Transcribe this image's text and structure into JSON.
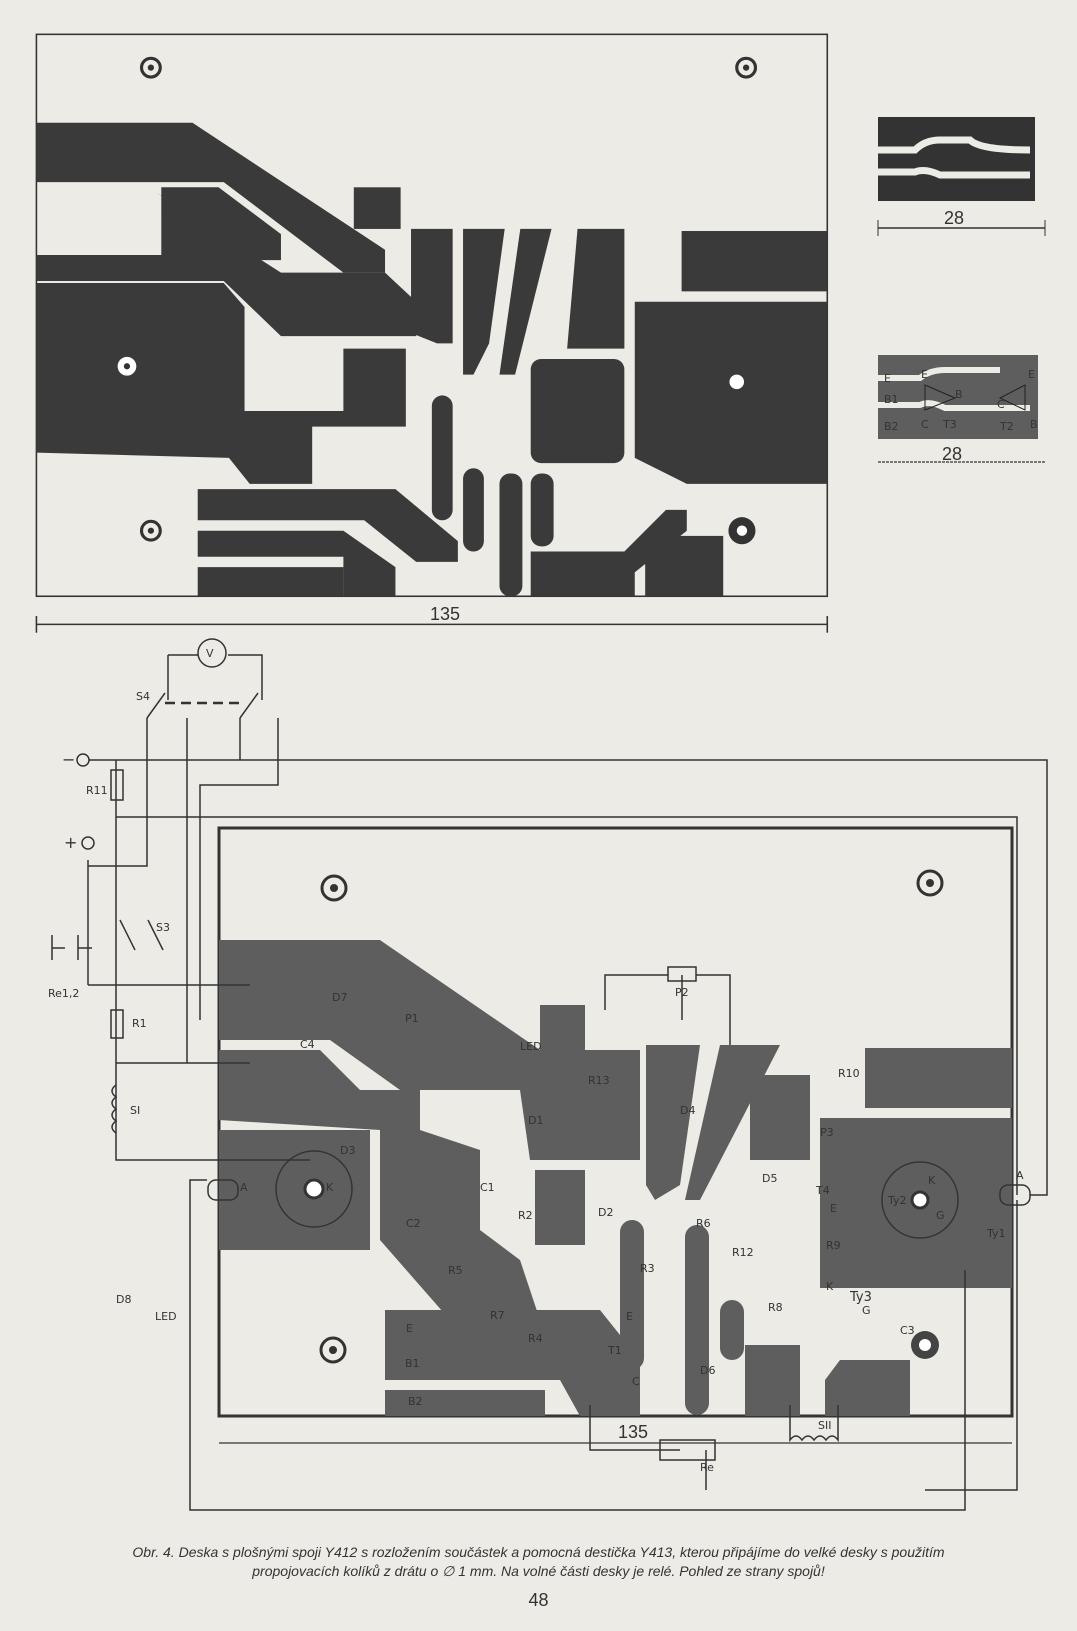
{
  "figure": {
    "main_board_width": "135",
    "aux_board_width_1": "28",
    "aux_board_width_2": "28",
    "layout_board_width": "135",
    "caption_line1": "Obr. 4. Deska s plošnými spoji Y412 s rozložením součástek a pomocná destička Y413, kterou připájíme do velké desky s použitím",
    "caption_line2": "propojovacích kolíků z drátu o ∅ 1 mm. Na volné části desky je relé. Pohled ze strany spojů!",
    "page_number": "48"
  },
  "aux_board_labels": {
    "e1": "E",
    "b1": "B1",
    "b2": "B2",
    "e2": "E",
    "b3": "B",
    "c1": "C",
    "t3": "T3",
    "c2": "C",
    "t2": "T2",
    "e3": "E",
    "b4": "B"
  },
  "components": {
    "minus": "−",
    "plus": "+",
    "voltmeter": "V",
    "s4": "S4",
    "r11": "R11",
    "s3": "S3",
    "re12": "Re1,2",
    "r1": "R1",
    "si": "SI",
    "d7": "D7",
    "c4": "C4",
    "p1": "P1",
    "led": "LED",
    "p2": "P2",
    "r13": "R13",
    "d1": "D1",
    "d4": "D4",
    "r10": "R10",
    "d3": "D3",
    "anode_left": "A",
    "cathode_left": "K",
    "c1": "C1",
    "r2": "R2",
    "d2": "D2",
    "c2": "C2",
    "r6": "R6",
    "r12": "R12",
    "r3": "R3",
    "r5": "R5",
    "r7": "R7",
    "r4": "R4",
    "pin_e": "E",
    "pin_b1": "B1",
    "pin_b2": "B2",
    "t1": "T1",
    "t1_e": "E",
    "t1_c": "C",
    "d6": "D6",
    "d8": "D8",
    "led2": "LED",
    "p3": "P3",
    "d5": "D5",
    "t4": "T4",
    "t4_e": "E",
    "r9": "R9",
    "r8": "R8",
    "ty2": "Ty2",
    "ty2_k": "K",
    "ty2_g": "G",
    "anode_right": "A",
    "ty1": "Ty1",
    "ty3": "Ty3",
    "ty3_k": "K",
    "ty3_g": "G",
    "c3": "C3",
    "sii": "SII",
    "re": "Re"
  }
}
